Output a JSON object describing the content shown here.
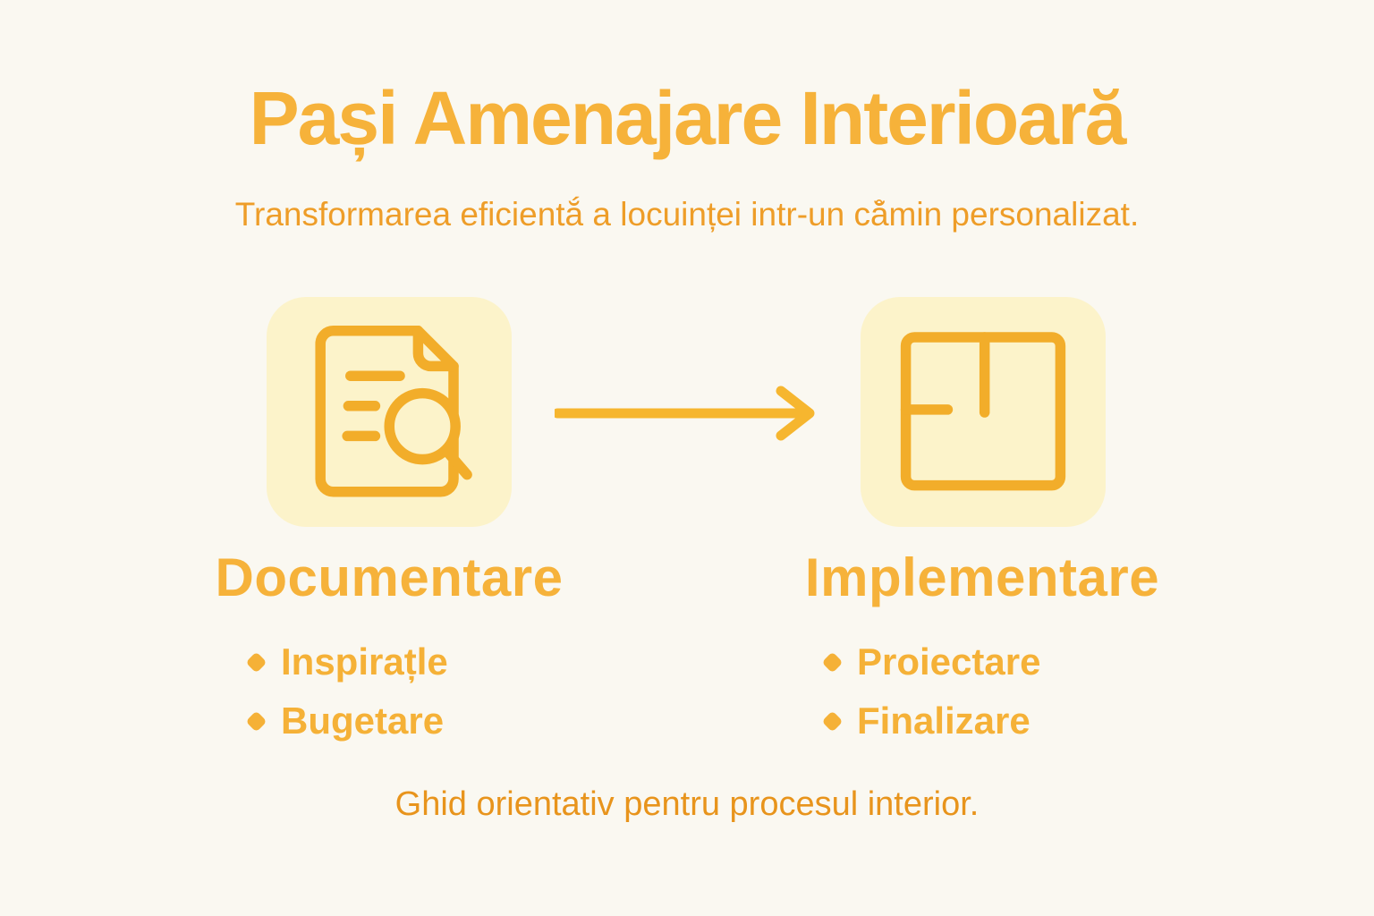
{
  "page": {
    "title": "Pași Amenajare Interioară",
    "subtitle": "Transformarea eficientắ a locuinței intr-un că̊min personalizat.",
    "footer": "Ghid orientativ pentru procesul interior.",
    "steps": [
      {
        "icon": "document-search-icon",
        "heading": "Documentare",
        "bullets": [
          "Inspirațle",
          "Bugetare"
        ]
      },
      {
        "icon": "floor-plan-icon",
        "heading": "Implementare",
        "bullets": [
          "Proiectare",
          "Finalizare"
        ]
      }
    ],
    "connector": "arrow-right",
    "colors": {
      "background": "#FAF8F1",
      "title": "#F6B23A",
      "subtitle": "#EE9D28",
      "heading": "#F6B23A",
      "bullet": "#F5B137",
      "footer": "#E8941C",
      "card_bg": "#FCF3CA",
      "icon_stroke": "#F2AD2A",
      "arrow": "#F6B62F"
    }
  }
}
